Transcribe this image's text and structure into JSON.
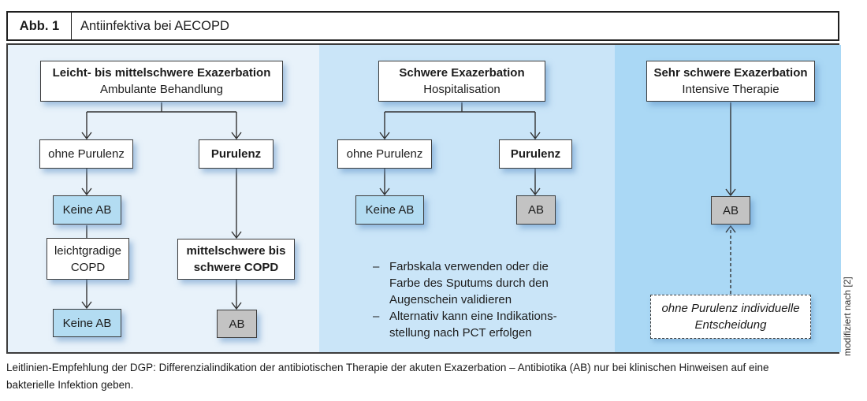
{
  "header": {
    "label": "Abb. 1",
    "title": "Antiinfektiva bei AECOPD"
  },
  "panels": {
    "outpatient": {
      "title_bold": "Leicht- bis mittelschwere Exazerbation",
      "title_sub": "Ambulante Behandlung",
      "no_purulence": "ohne Purulenz",
      "purulence": "Purulenz",
      "no_ab_1": "Keine AB",
      "mild_copd_line1": "leichtgradige",
      "mild_copd_line2": "COPD",
      "no_ab_2": "Keine AB",
      "moderate_copd_line1": "mittelschwere bis",
      "moderate_copd_line2": "schwere COPD",
      "ab": "AB"
    },
    "hospital": {
      "title_bold": "Schwere Exazerbation",
      "title_sub": "Hospitalisation",
      "no_purulence": "ohne Purulenz",
      "purulence": "Purulenz",
      "no_ab": "Keine AB",
      "ab": "AB",
      "notes": [
        {
          "dash": "–",
          "lines": [
            "Farbskala verwenden oder die",
            "Farbe des Sputums durch den",
            "Augenschein validieren"
          ]
        },
        {
          "dash": "–",
          "lines": [
            "Alternativ kann eine Indikations-",
            "stellung nach PCT erfolgen"
          ]
        }
      ]
    },
    "intensive": {
      "title_bold": "Sehr schwere Exazerbation",
      "title_sub": "Intensive Therapie",
      "ab": "AB",
      "dashed_note_line1": "ohne Purulenz individuelle",
      "dashed_note_line2": "Entscheidung"
    }
  },
  "side_credit": "modifiziert nach [2]",
  "caption": {
    "line1": "Leitlinien-Empfehlung der DGP: Differenzialindikation der antibiotischen Therapie der akuten Exazerbation – Antibiotika (AB) nur bei klinischen Hinweisen auf eine",
    "line2": "bakterielle Infektion geben."
  },
  "colors": {
    "panel_left": "#e8f2fa",
    "panel_mid": "#cae5f8",
    "panel_right": "#aad8f5",
    "node_blue": "#b3dcf2",
    "node_gray": "#c3c3c3",
    "line": "#333333"
  }
}
